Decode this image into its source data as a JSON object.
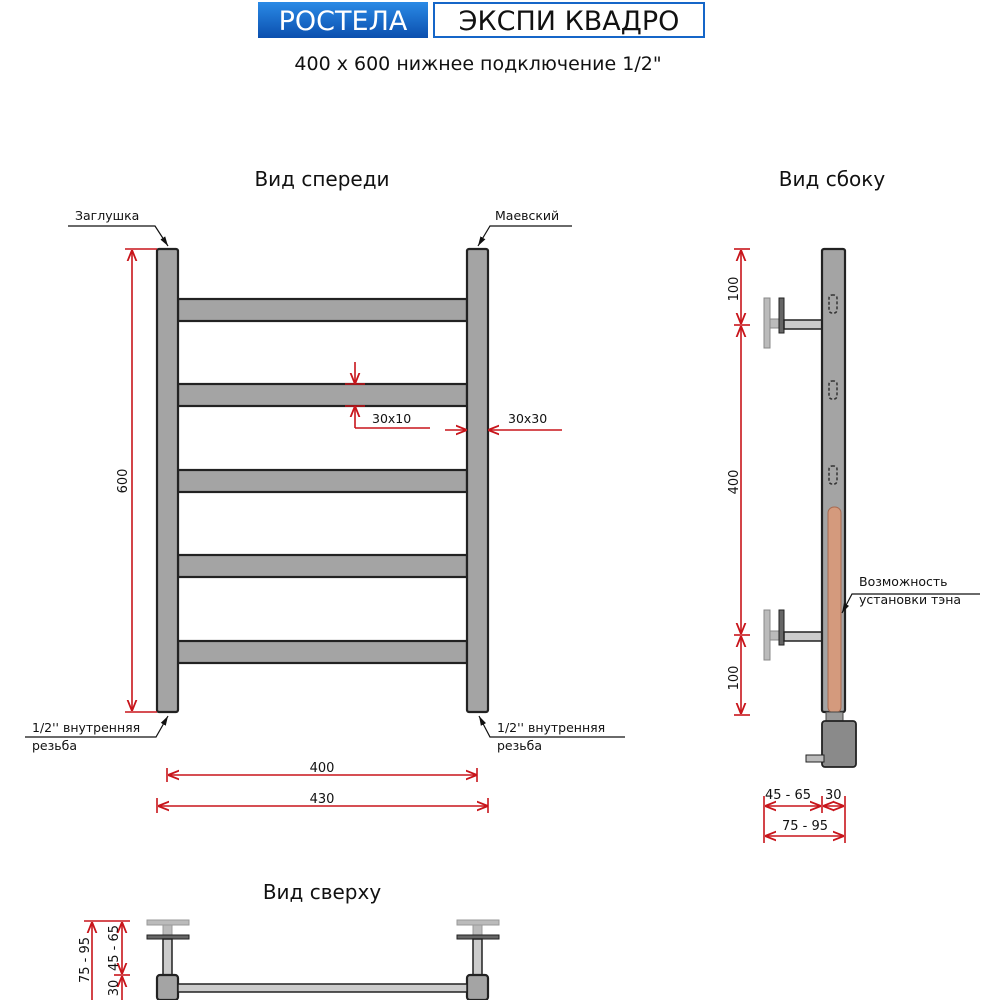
{
  "header": {
    "brand": "РОСТЕЛА",
    "model": "ЭКСПИ КВАДРО",
    "subtitle": "400 x 600 нижнее подключение 1/2\""
  },
  "colors": {
    "brand_blue": "#1566c8",
    "dimension_red": "#c8151b",
    "pipe_gray": "#a4a4a4",
    "heater_orange": "#d49a7d"
  },
  "front_view": {
    "title": "Вид спереди",
    "label_plug": "Заглушка",
    "label_valve": "Маевский",
    "label_thread_left_1": "1/2'' внутренняя",
    "label_thread_left_2": "резьба",
    "label_thread_right_1": "1/2'' внутренняя",
    "label_thread_right_2": "резьба",
    "dim_height": "600",
    "dim_rung": "30x10",
    "dim_pipe": "30x30",
    "dim_inner_width": "400",
    "dim_outer_width": "430"
  },
  "side_view": {
    "title": "Вид сбоку",
    "dim_top": "100",
    "dim_middle": "400",
    "dim_bottom": "100",
    "heater_label_1": "Возможность",
    "heater_label_2": "установки тэна",
    "dim_offset": "45 - 65",
    "dim_depth": "30",
    "dim_total": "75 - 95"
  },
  "top_view": {
    "title": "Вид сверху",
    "dim_total": "75 - 95",
    "dim_depth": "30",
    "dim_offset": "45 - 65"
  }
}
